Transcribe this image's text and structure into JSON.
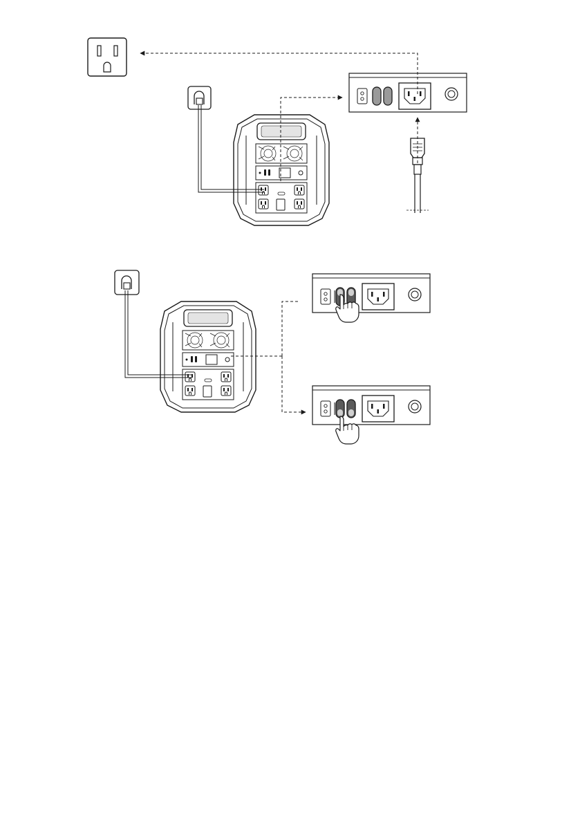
{
  "page": {
    "background": "#ffffff",
    "line_color": "#1a1a1a",
    "switch_fill": "#5a5a5a",
    "panel_shade": "#9a9a9a"
  },
  "figure_top": {
    "wall_outlet": "us-wall-outlet-icon",
    "plug": "plug-icon",
    "station": "portable-power-station",
    "panel_detail": "ac-input-panel-closeup",
    "cable": "ac-charging-cable"
  },
  "figure_bottom": {
    "plug": "plug-icon",
    "station": "portable-power-station",
    "panel_detail_upper": "ac-input-panel-switch-up",
    "panel_detail_lower": "ac-input-panel-switch-down",
    "hand": "pointing-hand-icon"
  }
}
